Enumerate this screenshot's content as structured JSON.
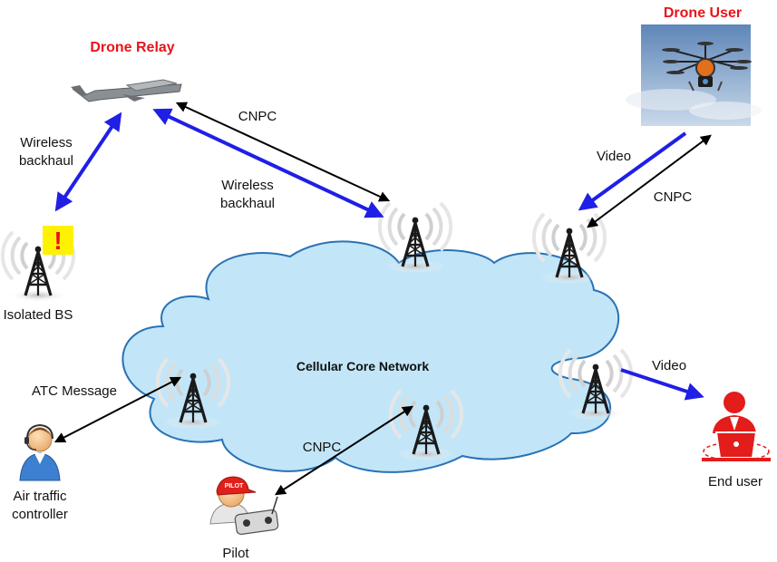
{
  "titles": {
    "drone_relay": "Drone Relay",
    "drone_user": "Drone User"
  },
  "network": {
    "core_label": "Cellular Core Network"
  },
  "labels": {
    "wireless_backhaul_left_1": "Wireless",
    "wireless_backhaul_left_2": "backhaul",
    "wireless_backhaul_mid_1": "Wireless",
    "wireless_backhaul_mid_2": "backhaul",
    "cnpc_top": "CNPC",
    "video_top": "Video",
    "cnpc_right": "CNPC",
    "atc_message": "ATC Message",
    "cnpc_pilot": "CNPC",
    "video_end": "Video"
  },
  "nodes": {
    "isolated_bs": "Isolated BS",
    "isolated_alert": "!",
    "air_traffic_1": "Air traffic",
    "air_traffic_2": "controller",
    "pilot": "Pilot",
    "pilot_cap": "PILOT",
    "end_user": "End user"
  },
  "colors": {
    "wireless_link": "#1f1fe6",
    "control_link": "#000000",
    "title": "#e8141b",
    "cloud_fill": "#c2e6f8",
    "cloud_stroke": "#2a72b5",
    "end_user": "#e31c1c",
    "alert_bg": "#fff200"
  }
}
